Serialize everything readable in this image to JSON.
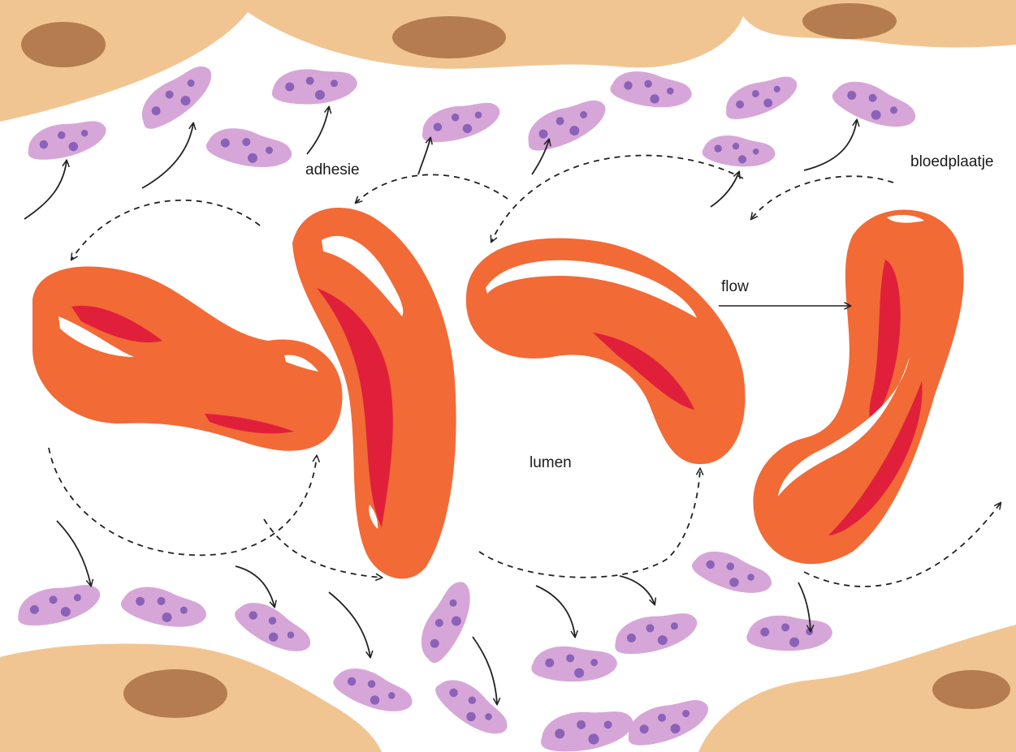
{
  "labels": {
    "adhesie": "adhesie",
    "bloedplaatje": "bloedplaatje",
    "flow": "flow",
    "lumen": "lumen"
  },
  "colors": {
    "vessel_wall": "#f1c592",
    "nucleus": "#b57c4f",
    "red_cell": "#f26a36",
    "red_cell_dark": "#e0203a",
    "platelet": "#d7a6d8",
    "platelet_granule": "#8a62b8",
    "arrow": "#222222"
  }
}
